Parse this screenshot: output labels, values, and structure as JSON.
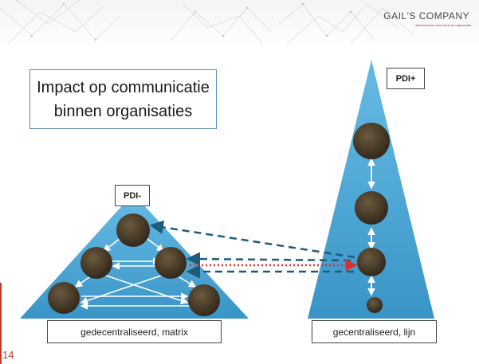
{
  "header": {
    "logo_text": "GAIL'S COMPANY",
    "logo_subtitle": "adviesbureau voor mens en organisatie"
  },
  "title": {
    "line1": "Impact op communicatie",
    "line2": "binnen organisaties"
  },
  "left_structure": {
    "tag": "PDI-",
    "caption": "gedecentraliseerd, matrix"
  },
  "right_structure": {
    "tag": "PDI+",
    "caption": "gecentraliseerd, lijn"
  },
  "page_number": "14",
  "colors": {
    "triangle": "#45a6d6",
    "node": "#4a3c27",
    "dashed_arrow": "#1f5b7a",
    "dotted_arrow": "#e0302a",
    "page_accent": "#c0392b"
  }
}
